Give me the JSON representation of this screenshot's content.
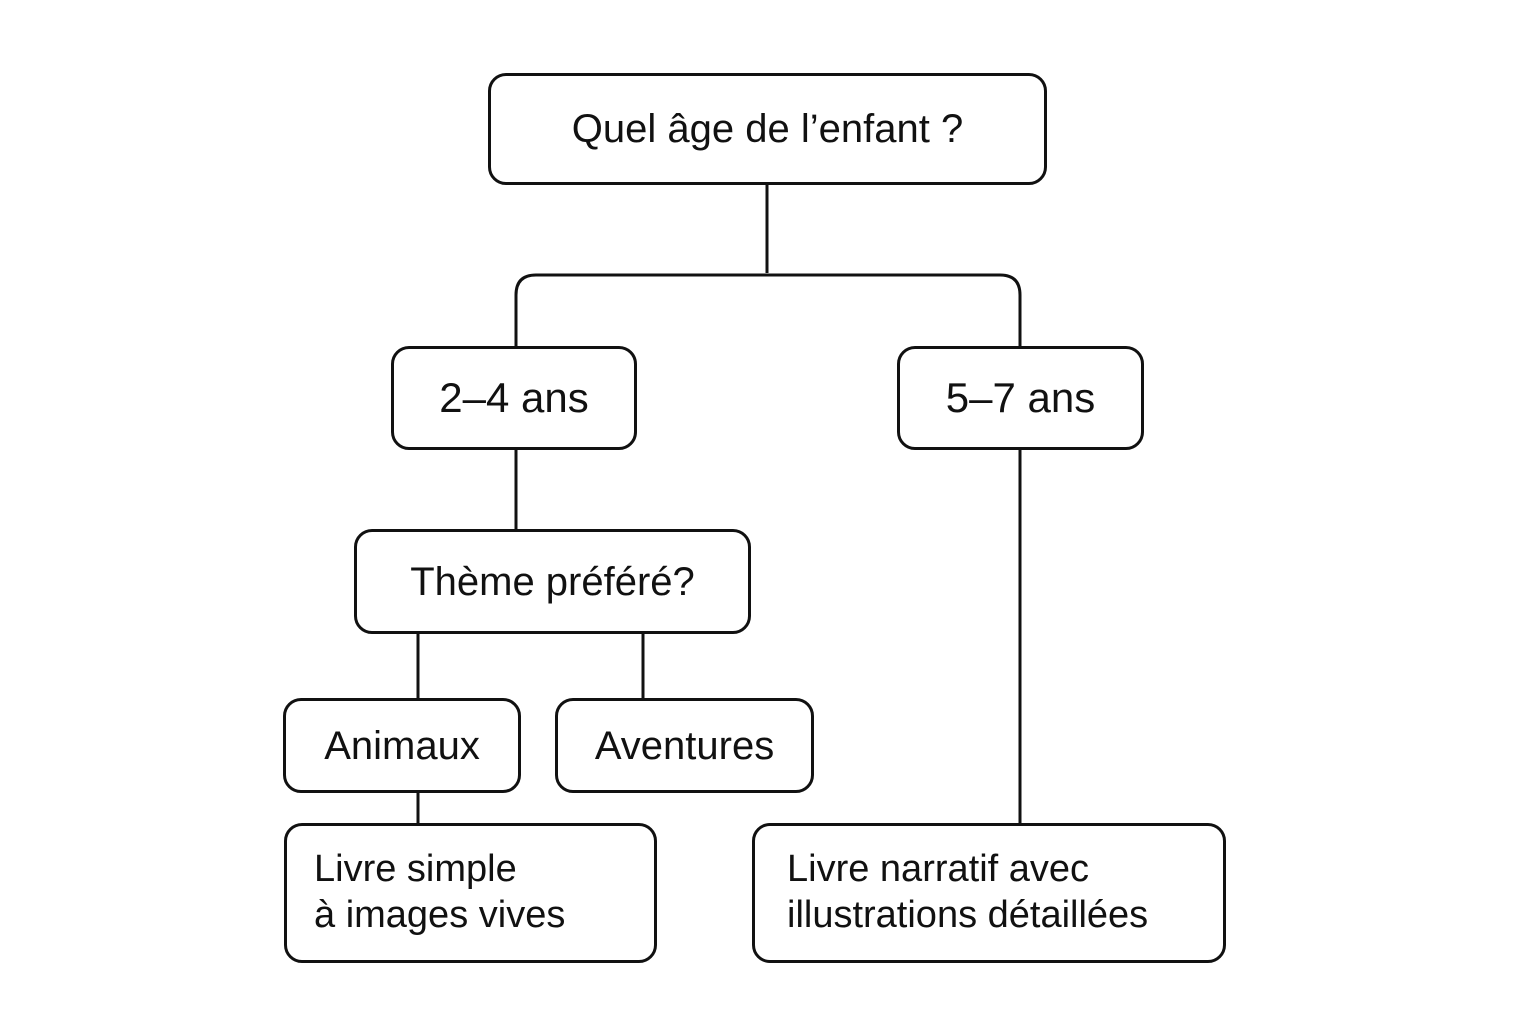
{
  "diagram": {
    "type": "decision-tree",
    "root": {
      "label": "Quel âge de l’enfant ?"
    },
    "age_groups": [
      {
        "label": "2–4 ans"
      },
      {
        "label": "5–7 ans"
      }
    ],
    "theme_question": {
      "label": "Thème préféré?"
    },
    "themes": [
      {
        "label": "Animaux"
      },
      {
        "label": "Aventures"
      }
    ],
    "recommendations": [
      {
        "lines": [
          "Livre simple",
          "à images vives"
        ]
      },
      {
        "lines": [
          "Livre narratif avec",
          "illustrations détaillées"
        ]
      }
    ],
    "colors": {
      "stroke": "#111111",
      "fill": "#ffffff",
      "text": "#111111"
    }
  }
}
